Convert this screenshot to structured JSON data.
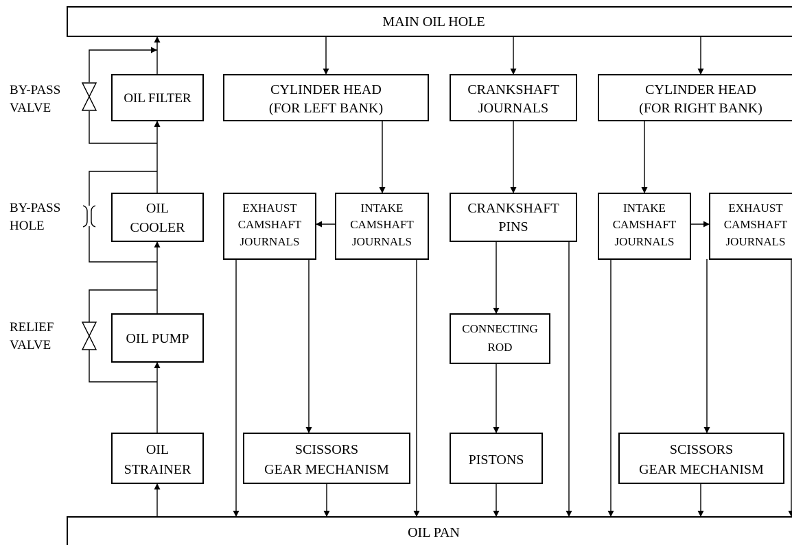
{
  "diagram": {
    "main_oil_hole": "MAIN OIL HOLE",
    "oil_pan": "OIL PAN",
    "oil_filter": "OIL FILTER",
    "oil_cooler": [
      "OIL",
      "COOLER"
    ],
    "oil_pump": "OIL PUMP",
    "oil_strainer": [
      "OIL",
      "STRAINER"
    ],
    "bypass_valve_label": [
      "BY-PASS",
      "VALVE"
    ],
    "bypass_hole_label": [
      "BY-PASS",
      "HOLE"
    ],
    "relief_valve_label": [
      "RELIEF",
      "VALVE"
    ],
    "cyl_head_left": [
      "CYLINDER HEAD",
      "(FOR LEFT BANK)"
    ],
    "crank_journals": [
      "CRANKSHAFT",
      "JOURNALS"
    ],
    "cyl_head_right": [
      "CYLINDER HEAD",
      "(FOR RIGHT BANK)"
    ],
    "exhaust_cam_left": [
      "EXHAUST",
      "CAMSHAFT",
      "JOURNALS"
    ],
    "intake_cam_left": [
      "INTAKE",
      "CAMSHAFT",
      "JOURNALS"
    ],
    "crank_pins": [
      "CRANKSHAFT",
      "PINS"
    ],
    "intake_cam_right": [
      "INTAKE",
      "CAMSHAFT",
      "JOURNALS"
    ],
    "exhaust_cam_right": [
      "EXHAUST",
      "CAMSHAFT",
      "JOURNALS"
    ],
    "connecting_rod": [
      "CONNECTING",
      "ROD"
    ],
    "scissors_left": [
      "SCISSORS",
      "GEAR MECHANISM"
    ],
    "pistons": "PISTONS",
    "scissors_right": [
      "SCISSORS",
      "GEAR MECHANISM"
    ]
  }
}
